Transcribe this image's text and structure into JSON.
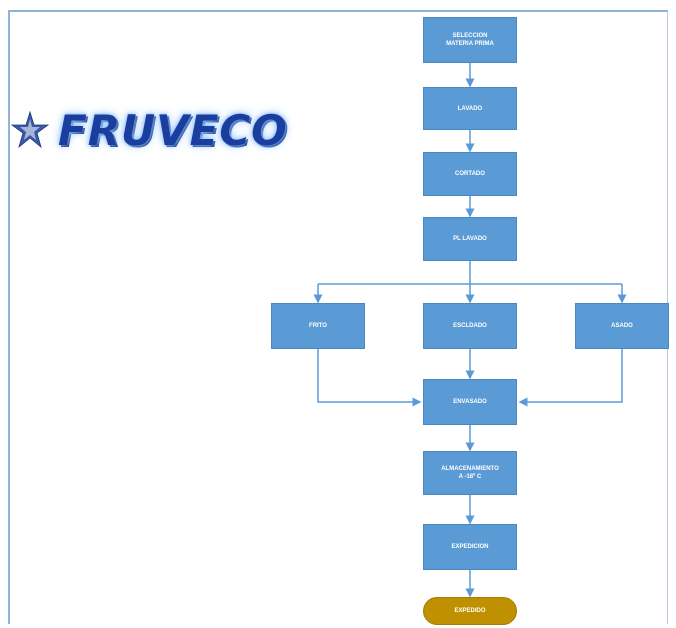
{
  "logo": {
    "text": "FRUVECO",
    "star_icon": "star-icon"
  },
  "steps": {
    "seleccion_line1": "SELECCION",
    "seleccion_line2": "MATERIA PRIMA",
    "lavado": "LAVADO",
    "cortado": "CORTADO",
    "blanqueo": "PL LAVADO",
    "branch_left": "FRITO",
    "branch_center": "ESCLDADO",
    "branch_right": "ASADO",
    "envasado": "ENVASADO",
    "almacenamiento_line1": "ALMACENAMIENTO",
    "almacenamiento_line2": "A -18º C",
    "expedicion": "EXPEDICION",
    "end": "EXPEDIDO"
  },
  "colors": {
    "box": "#5b9bd5",
    "end_oval": "#bf9000",
    "connector": "#5b9bd5"
  }
}
